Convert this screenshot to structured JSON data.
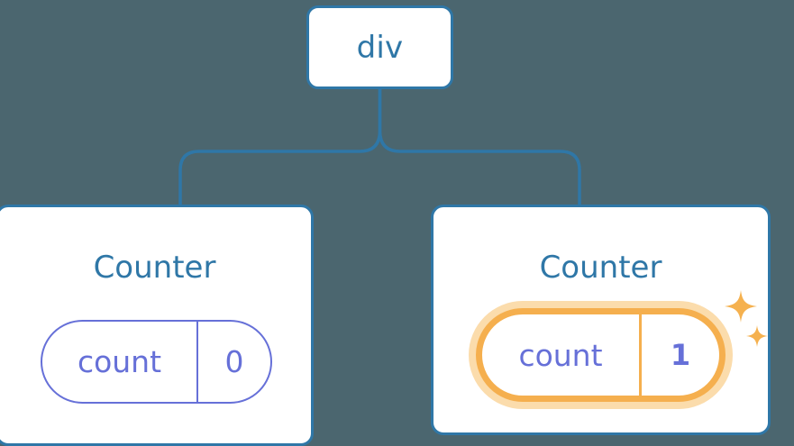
{
  "diagram": {
    "type": "component-tree",
    "background_color": "#4b666f",
    "node_border_color": "#2f77a7",
    "node_text_color": "#2f77a7",
    "state_color": "#6670d8",
    "highlight_color": "#f5af4e",
    "highlight_glow_color": "#fbdcac",
    "edge_color": "#2f77a7"
  },
  "root": {
    "label": "div"
  },
  "children": [
    {
      "title": "Counter",
      "state": {
        "key": "count",
        "value": "0"
      },
      "highlighted": false
    },
    {
      "title": "Counter",
      "state": {
        "key": "count",
        "value": "1"
      },
      "highlighted": true
    }
  ],
  "decorations": {
    "sparkle_large": "sparkle-icon",
    "sparkle_small": "sparkle-icon"
  }
}
